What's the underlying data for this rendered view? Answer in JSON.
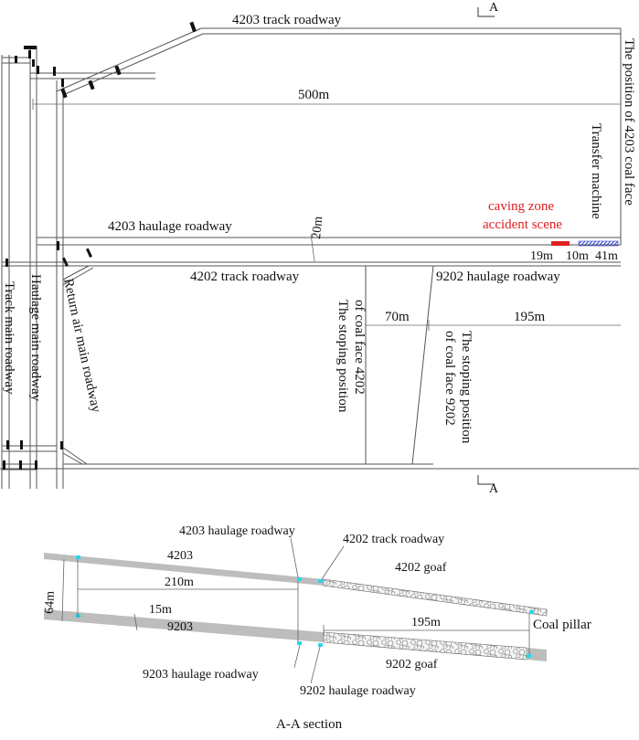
{
  "plan": {
    "section_mark": "A",
    "track_4203": "4203 track roadway",
    "length_500": "500m",
    "coal_face_4203": "The position of 4203 coal face",
    "transfer_machine": "Transfer machine",
    "caving_line1": "caving zone",
    "caving_line2": "accident scene",
    "haulage_4203": "4203 haulage roadway",
    "dim_20m": "20m",
    "dim_19m": "19m",
    "dim_10m": "10m",
    "dim_41m": "41m",
    "track_4202": "4202 track roadway",
    "haulage_9202": "9202 haulage roadway",
    "dim_70m": "70m",
    "dim_195m": "195m",
    "stoping_4202": "The stoping position of coal face 4202",
    "stoping_9202": "The stoping position of coal face 9202",
    "track_main": "Track main roadway",
    "haulage_main": "Haulage main roadway",
    "return_air_main": "Return air main roadway",
    "colors": {
      "caving": "#e02020",
      "transfer": "#3a4fd8",
      "coal_pillar_marker": "#29d6f0",
      "seam": "#bdbdbd"
    }
  },
  "section": {
    "haulage_4203": "4203 haulage roadway",
    "track_4202": "4202 track roadway",
    "label_4203": "4203",
    "goaf_4202": "4202 goaf",
    "dim_64m": "64m",
    "dim_210m": "210m",
    "dim_15m": "15m",
    "dim_195m": "195m",
    "coal_pillar": "Coal pillar",
    "label_9203": "9203",
    "haulage_9203": "9203 haulage roadway",
    "goaf_9202": "9202 goaf",
    "haulage_9202": "9202 haulage roadway",
    "title": "A-A section"
  }
}
